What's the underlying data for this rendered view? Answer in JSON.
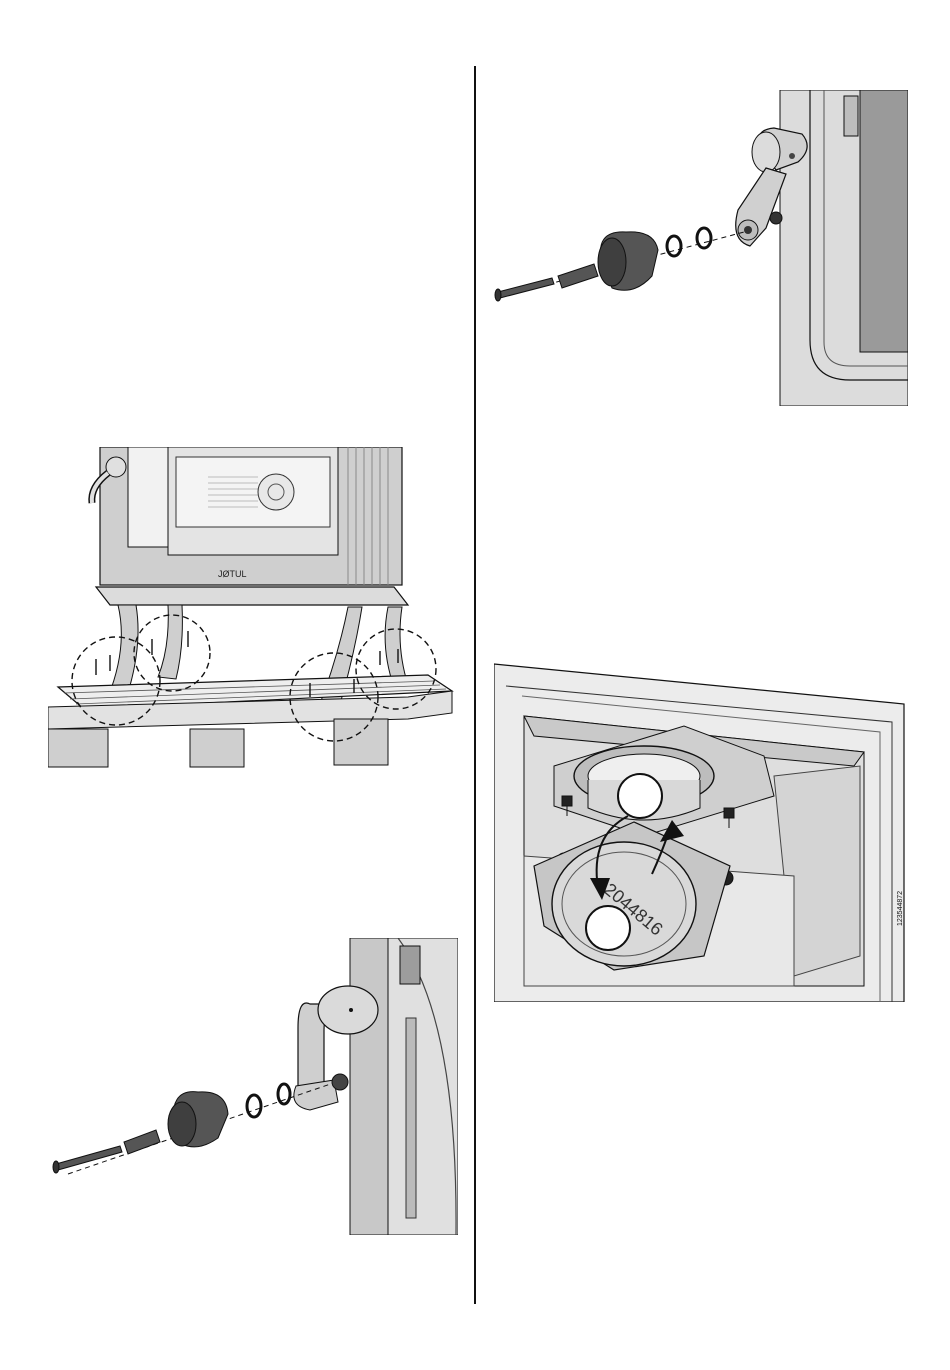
{
  "figures": {
    "pallet": {
      "stove_logo": "JØTUL"
    },
    "flue": {
      "callout_1": "",
      "callout_2": "",
      "plate_code": "12044816",
      "side_code": "123544872"
    }
  },
  "colors": {
    "line": "#111111",
    "metal_light": "#d9d9d9",
    "metal_mid": "#bdbdbd",
    "metal_dark": "#555555",
    "glass": "#9a9a9a"
  },
  "icons": [
    "pallet-illustration",
    "handle-exploded-illustration",
    "flue-collar-illustration"
  ]
}
